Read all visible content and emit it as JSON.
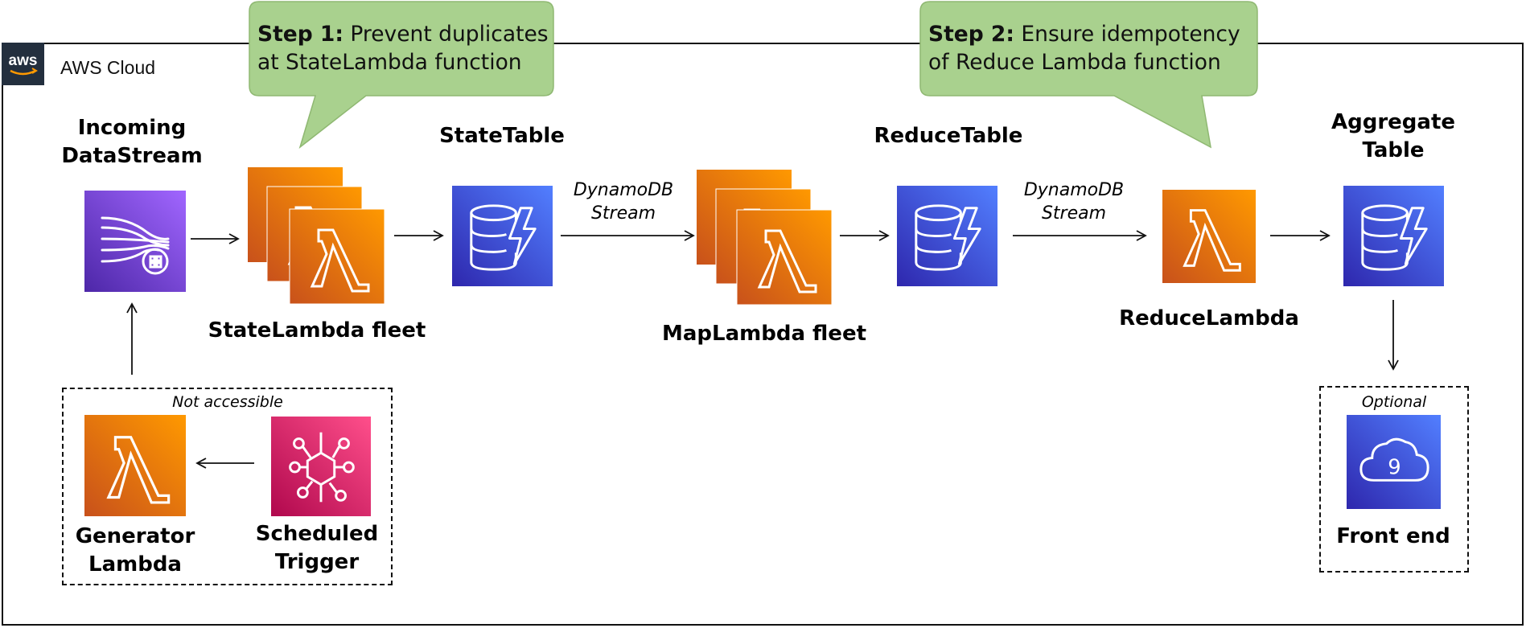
{
  "cloud": {
    "title": "AWS Cloud",
    "logo_text": "aws"
  },
  "colors": {
    "lambda": "#ed7100",
    "dynamodb": "#3b48cc",
    "kinesis": "#8c4fff",
    "eventbridge": "#e7157b",
    "cloud9": "#3f5cd6",
    "callout": "#a9d18e"
  },
  "callouts": [
    {
      "step": "Step 1:",
      "line1": "Prevent duplicates",
      "line2": "at StateLambda function"
    },
    {
      "step": "Step 2:",
      "line1": "Ensure idempotency",
      "line2": "of Reduce Lambda function"
    }
  ],
  "nodes": {
    "incoming": {
      "line1": "Incoming",
      "line2": "DataStream",
      "icon": "kinesis-data-streams-icon"
    },
    "state_lambda": {
      "label": "StateLambda fleet",
      "icon": "lambda-icon"
    },
    "state_table": {
      "label": "StateTable",
      "icon": "dynamodb-icon"
    },
    "map_lambda": {
      "label": "MapLambda fleet",
      "icon": "lambda-icon"
    },
    "reduce_table": {
      "label": "ReduceTable",
      "icon": "dynamodb-icon"
    },
    "reduce_lambda": {
      "label": "ReduceLambda",
      "icon": "lambda-icon"
    },
    "aggregate_table": {
      "line1": "Aggregate",
      "line2": "Table",
      "icon": "dynamodb-icon"
    },
    "generator": {
      "line1": "Generator",
      "line2": "Lambda",
      "icon": "lambda-icon"
    },
    "scheduler": {
      "line1": "Scheduled",
      "line2": "Trigger",
      "icon": "eventbridge-icon"
    },
    "front_end": {
      "label": "Front end",
      "icon": "cloud9-icon",
      "glyph": "9"
    }
  },
  "edges": {
    "stream1": {
      "line1": "DynamoDB",
      "line2": "Stream"
    },
    "stream2": {
      "line1": "DynamoDB",
      "line2": "Stream"
    }
  },
  "groups": {
    "not_accessible": "Not accessible",
    "optional": "Optional"
  }
}
